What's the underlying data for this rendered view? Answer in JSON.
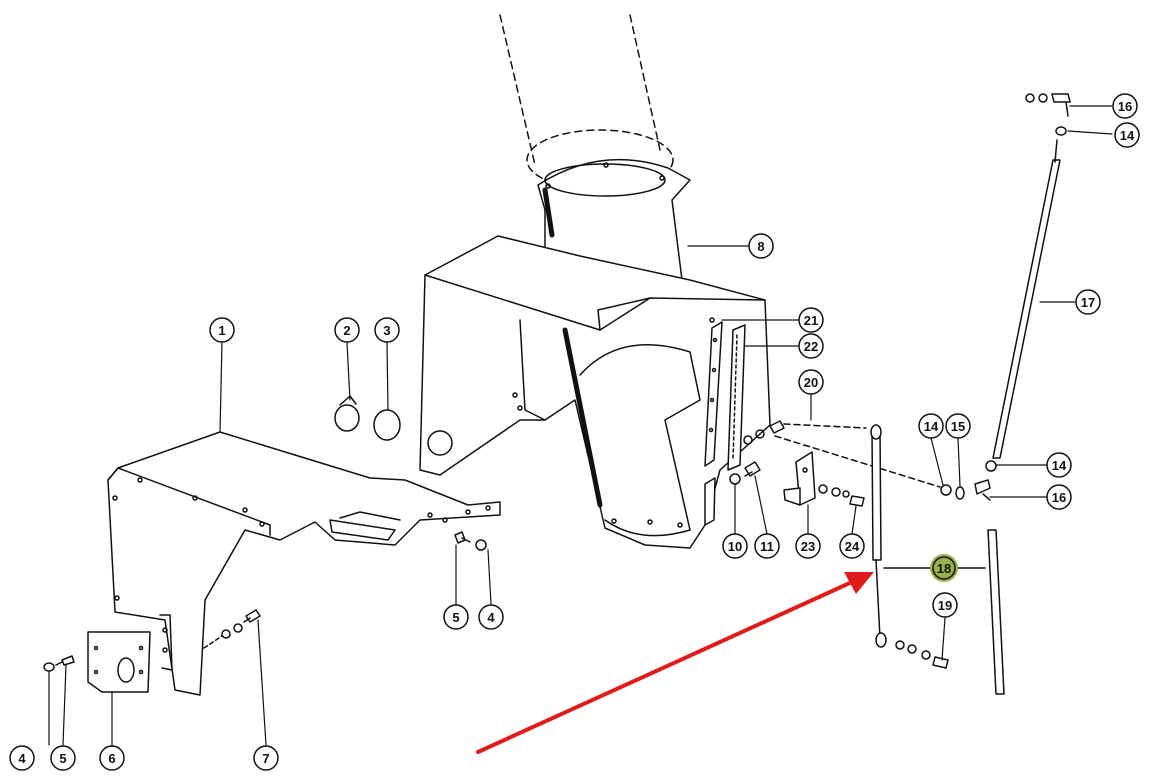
{
  "diagram": {
    "callouts": [
      {
        "id": "c1",
        "label": "1"
      },
      {
        "id": "c2",
        "label": "2"
      },
      {
        "id": "c3",
        "label": "3"
      },
      {
        "id": "c4a",
        "label": "4"
      },
      {
        "id": "c4b",
        "label": "4"
      },
      {
        "id": "c5a",
        "label": "5"
      },
      {
        "id": "c5b",
        "label": "5"
      },
      {
        "id": "c6",
        "label": "6"
      },
      {
        "id": "c7",
        "label": "7"
      },
      {
        "id": "c8",
        "label": "8"
      },
      {
        "id": "c10",
        "label": "10"
      },
      {
        "id": "c11",
        "label": "11"
      },
      {
        "id": "c14a",
        "label": "14"
      },
      {
        "id": "c14b",
        "label": "14"
      },
      {
        "id": "c14c",
        "label": "14"
      },
      {
        "id": "c15",
        "label": "15"
      },
      {
        "id": "c16a",
        "label": "16"
      },
      {
        "id": "c16b",
        "label": "16"
      },
      {
        "id": "c17",
        "label": "17"
      },
      {
        "id": "c18",
        "label": "18"
      },
      {
        "id": "c19",
        "label": "19"
      },
      {
        "id": "c20",
        "label": "20"
      },
      {
        "id": "c21",
        "label": "21"
      },
      {
        "id": "c22",
        "label": "22"
      },
      {
        "id": "c23",
        "label": "23"
      },
      {
        "id": "c24",
        "label": "24"
      }
    ],
    "highlighted_part": "18",
    "colors": {
      "line": "#111111",
      "highlight": "#8fa63a",
      "arrow": "#e01b1b",
      "background": "#ffffff"
    }
  }
}
